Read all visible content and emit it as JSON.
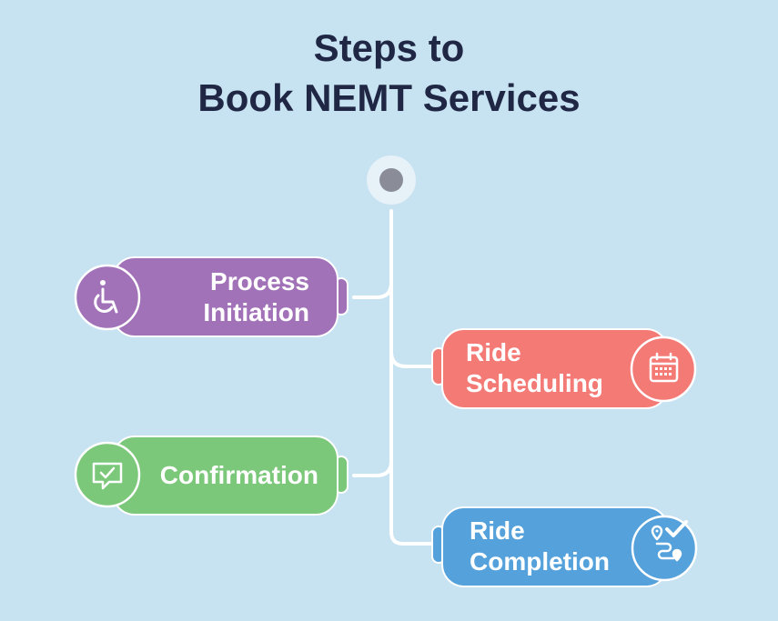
{
  "title": {
    "line1": "Steps to",
    "line2": "Book NEMT Services"
  },
  "steps": [
    {
      "lines": [
        "Process",
        "Initiation"
      ],
      "side": "left",
      "color": "#a272b8",
      "icon": "wheelchair-icon"
    },
    {
      "lines": [
        "Ride",
        "Scheduling"
      ],
      "side": "right",
      "color": "#f47a76",
      "icon": "calendar-icon"
    },
    {
      "lines": [
        "Confirmation"
      ],
      "side": "left",
      "color": "#7cc87a",
      "icon": "message-check-icon"
    },
    {
      "lines": [
        "Ride",
        "Completion"
      ],
      "side": "right",
      "color": "#54a1db",
      "icon": "route-check-icon"
    }
  ],
  "colors": {
    "background": "#c7e2f1",
    "title": "#1f2744",
    "connector": "#ffffff",
    "start_dot": "#8a8d98"
  }
}
